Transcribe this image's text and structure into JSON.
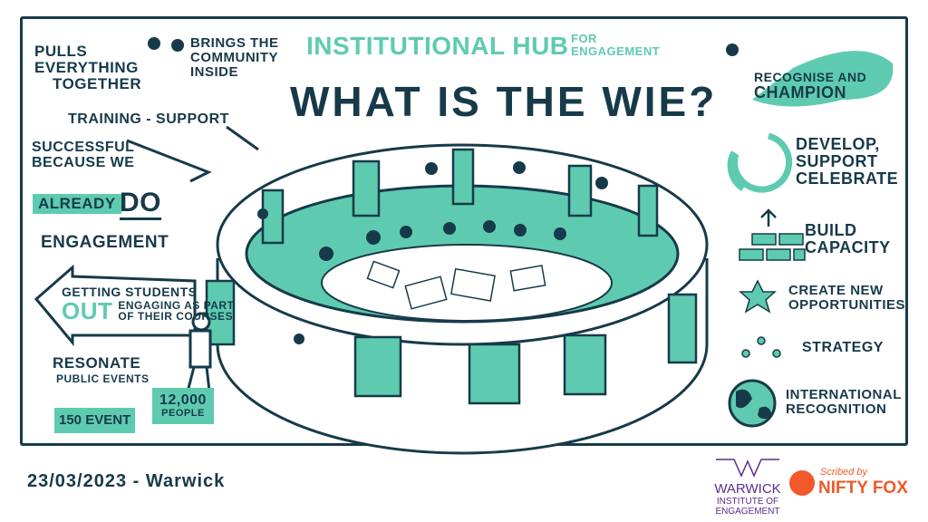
{
  "colors": {
    "navy": "#173a4a",
    "teal": "#5ecbb0",
    "warwick_purple": "#5a2d8c",
    "nifty_orange": "#f0592a"
  },
  "header": {
    "subtitle": "Institutional Hub",
    "subtitle_small": "for engagement",
    "title": "What is the WIE?"
  },
  "left": {
    "pulls": [
      "Pulls",
      "everything",
      "together"
    ],
    "brings": [
      "Brings the",
      "community",
      "inside"
    ],
    "training": "Training - Support",
    "successful": [
      "Successful",
      "because we"
    ],
    "already": "Already",
    "do": "DO",
    "engagement": "Engagement",
    "students": {
      "line1": "Getting students",
      "out": "OUT",
      "line2": "engaging as part",
      "line3": "of their courses"
    },
    "resonate": "Resonate",
    "public_events": "public events",
    "stat1": "150 event",
    "stat2_num": "12,000",
    "stat2_label": "people"
  },
  "right": {
    "recognise": [
      "Recognise and",
      "Champion"
    ],
    "develop": [
      "Develop,",
      "support",
      "celebrate"
    ],
    "build": [
      "Build",
      "capacity"
    ],
    "create": [
      "Create new",
      "opportunities"
    ],
    "strategy": "Strategy",
    "international": [
      "International",
      "recognition"
    ]
  },
  "footer": {
    "date": "23/03/2023 - Warwick",
    "warwick_logo": [
      "WARWICK",
      "INSTITUTE OF",
      "ENGAGEMENT"
    ],
    "scribed_by": "Scribed by",
    "nifty_fox": "NIFTY FOX"
  }
}
